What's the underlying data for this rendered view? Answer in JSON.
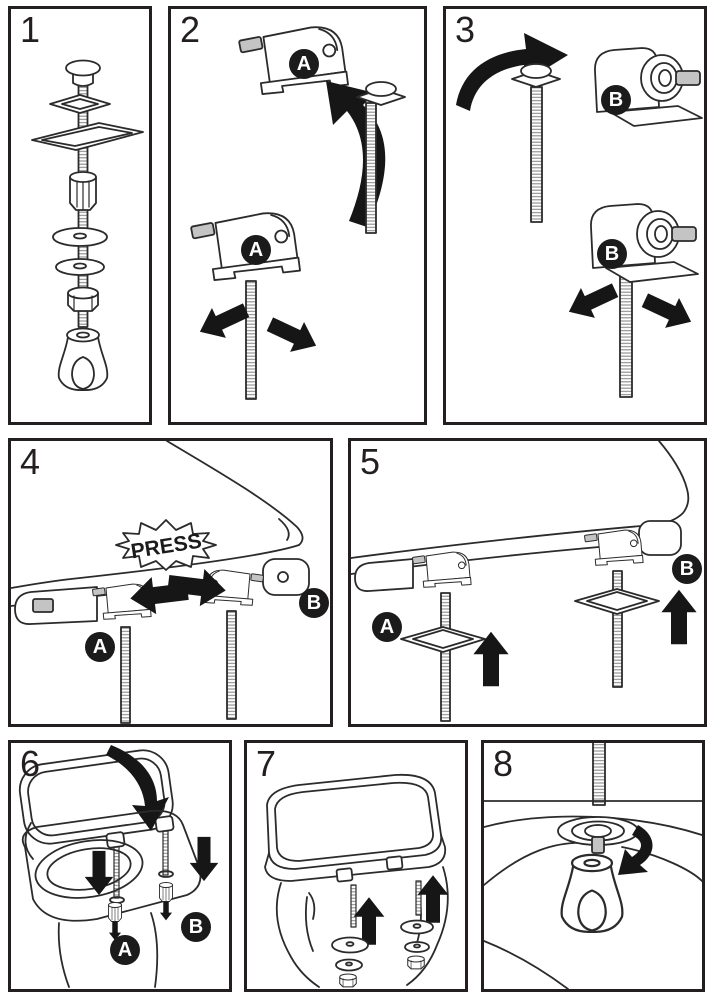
{
  "document": {
    "type": "illustrated-assembly-instructions",
    "subject": "toilet seat hinge and fixing bolt installation"
  },
  "colors": {
    "line": "#2b2b2b",
    "background": "#ffffff",
    "badge_background": "#1b1b1b",
    "badge_text": "#ffffff",
    "metal_shade": "#c4c4c4",
    "arrow_fill": "#161616"
  },
  "panels": [
    {
      "number": "1",
      "illustration": "exploded-fixing-bolt-kit",
      "icons": [
        "dome-bolt-icon",
        "square-washer-icon",
        "mounting-plate-icon",
        "threaded-rod-icon",
        "expansion-sleeve-icon",
        "flat-washer-icon",
        "flat-washer-icon",
        "hex-nut-icon",
        "wing-nut-icon"
      ],
      "badges": []
    },
    {
      "number": "2",
      "illustration": "insert-bolt-into-hinge-a",
      "icons": [
        "hinge-front-icon",
        "curved-arrow-icon",
        "dome-bolt-icon",
        "slide-arrows-icon"
      ],
      "badges": [
        "A",
        "A"
      ]
    },
    {
      "number": "3",
      "illustration": "insert-bolt-into-hinge-b",
      "icons": [
        "curved-arrow-icon",
        "dome-bolt-icon",
        "hinge-side-icon",
        "slide-arrows-icon"
      ],
      "badges": [
        "B",
        "B"
      ]
    },
    {
      "number": "4",
      "illustration": "press-hinges-onto-seat-underside",
      "icons": [
        "seat-underside-icon",
        "hinge-bracket-icon",
        "press-arrows-icon",
        "starburst-icon"
      ],
      "badges": [
        "A",
        "B"
      ],
      "callout": "PRESS"
    },
    {
      "number": "5",
      "illustration": "slide-mounting-plates-up-rods",
      "icons": [
        "seat-underside-icon",
        "mounting-plate-icon",
        "up-arrows-icon"
      ],
      "badges": [
        "A",
        "B"
      ]
    },
    {
      "number": "6",
      "illustration": "lower-seat-rods-into-bowl-holes",
      "icons": [
        "toilet-bowl-icon",
        "seat-lid-icon",
        "curved-down-arrow-icon",
        "expansion-sleeve-icon",
        "down-arrows-icon"
      ],
      "badges": [
        "A",
        "B"
      ]
    },
    {
      "number": "7",
      "illustration": "fit-washers-and-nuts-from-below",
      "icons": [
        "toilet-rear-icon",
        "flat-washer-icon",
        "hex-nut-icon",
        "up-arrows-icon"
      ],
      "badges": []
    },
    {
      "number": "8",
      "illustration": "tighten-wing-nut-under-pan",
      "icons": [
        "threaded-rod-icon",
        "washer-stack-icon",
        "wing-nut-icon",
        "rotate-arrow-icon"
      ],
      "badges": []
    }
  ]
}
